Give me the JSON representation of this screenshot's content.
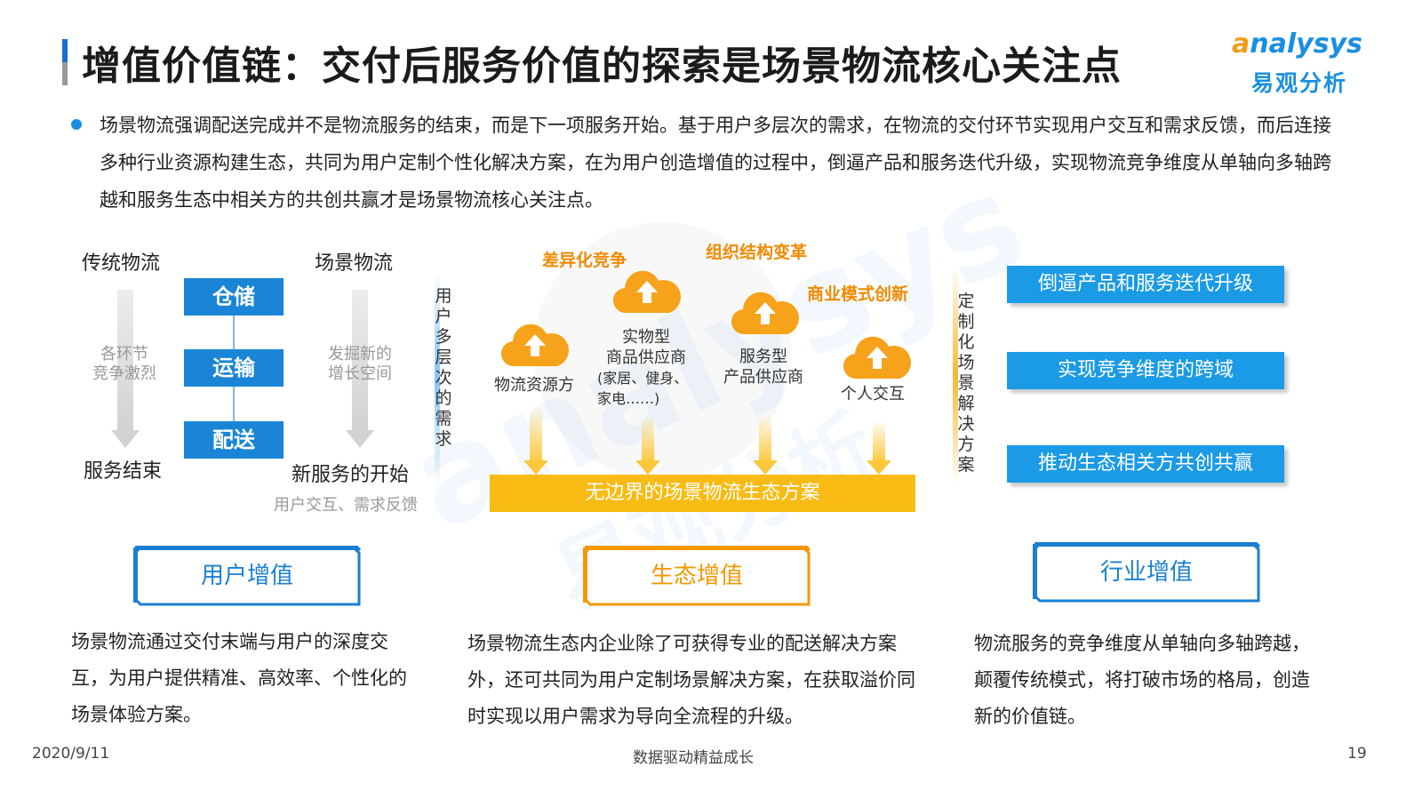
{
  "header": {
    "title": "增值价值链：交付后服务价值的探索是场景物流核心关注点",
    "logo_en_a": "a",
    "logo_en_rest": "nalysys",
    "logo_cn": "易观分析"
  },
  "intro": {
    "text": "场景物流强调配送完成并不是物流服务的结束，而是下一项服务开始。基于用户多层次的需求，在物流的交付环节实现用户交互和需求反馈，而后连接多种行业资源构建生态，共同为用户定制个性化解决方案，在为用户创造增值的过程中，倒逼产品和服务迭代升级，实现物流竞争维度从单轴向多轴跨越和服务生态中相关方的共创共赢才是场景物流核心关注点。"
  },
  "left_diagram": {
    "traditional_heading": "传统物流",
    "traditional_note_line1": "各环节",
    "traditional_note_line2": "竞争激烈",
    "traditional_end": "服务结束",
    "stages": [
      "仓储",
      "运输",
      "配送"
    ],
    "scene_heading": "场景物流",
    "scene_note_line1": "发掘新的",
    "scene_note_line2": "增长空间",
    "scene_end": "新服务的开始",
    "scene_sub": "用户交互、需求反馈",
    "side_label": "用户多层次的需求"
  },
  "middle_diagram": {
    "labels": {
      "differentiation": "差异化竞争",
      "org_change": "组织结构变革",
      "business_model": "商业模式创新"
    },
    "nodes": {
      "resource": "物流资源方",
      "physical_line1": "实物型",
      "physical_line2": "商品供应商",
      "physical_line3": "(家居、健身、",
      "physical_line4": "家电……)",
      "service_line1": "服务型",
      "service_line2": "产品供应商",
      "personal": "个人交互"
    },
    "eco_bar": "无边界的场景物流生态方案",
    "side_label": "定制化场景解决方案"
  },
  "goals": [
    "倒逼产品和服务迭代升级",
    "实现竞争维度的跨域",
    "推动生态相关方共创共赢"
  ],
  "values": {
    "user": {
      "title": "用户增值",
      "color": "#1a7fd4",
      "desc": "场景物流通过交付末端与用户的深度交互，为用户提供精准、高效率、个性化的场景体验方案。"
    },
    "eco": {
      "title": "生态增值",
      "color": "#f39800",
      "desc": "场景物流生态内企业除了可获得专业的配送解决方案外，还可共同为用户定制场景解决方案，在获取溢价同时实现以用户需求为导向全流程的升级。"
    },
    "industry": {
      "title": "行业增值",
      "color": "#1a7fd4",
      "desc": "物流服务的竞争维度从单轴向多轴跨越，颠覆传统模式，将打破市场的格局，创造新的价值链。"
    }
  },
  "footer": {
    "date": "2020/9/11",
    "slogan": "数据驱动精益成长",
    "page": "19"
  }
}
